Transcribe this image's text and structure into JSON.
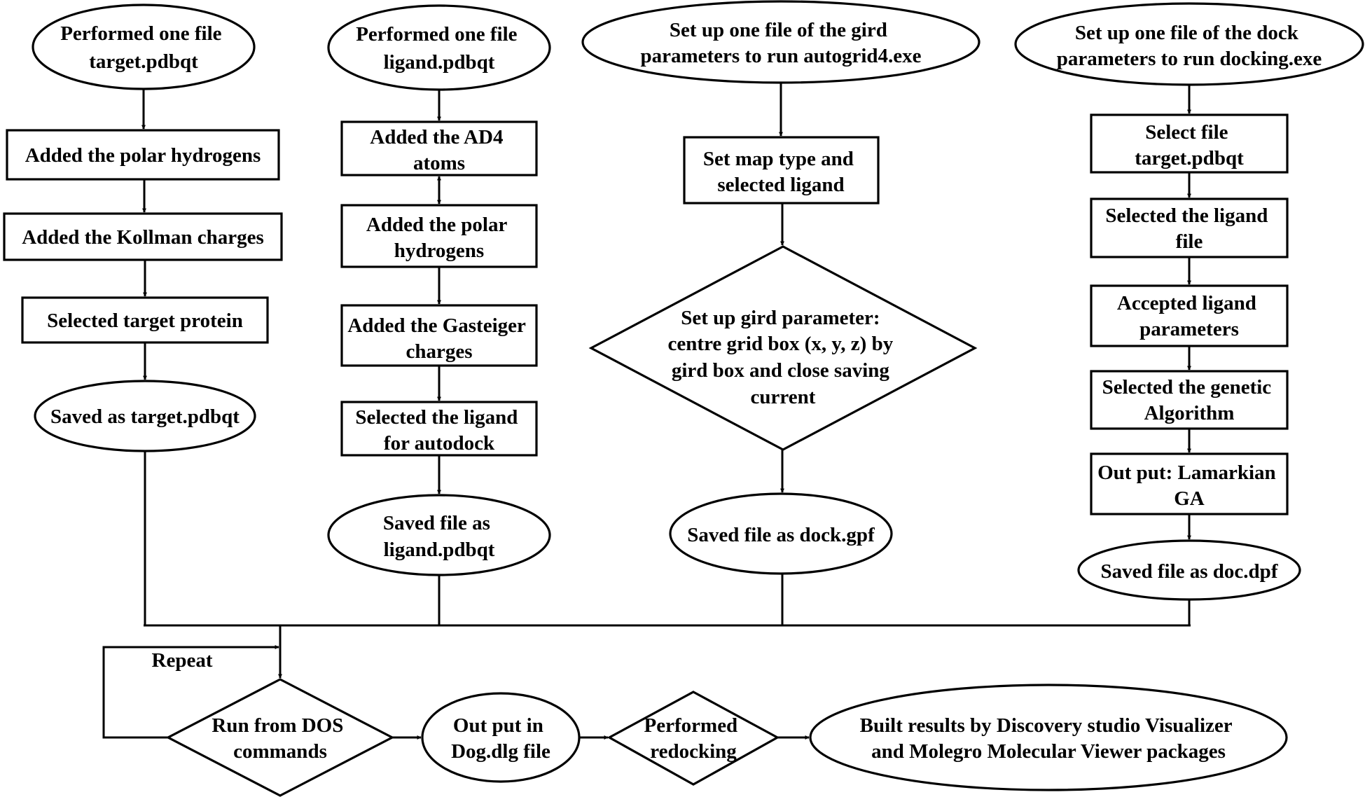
{
  "columns": {
    "target": {
      "start": [
        "Performed one file",
        "target.pdbqt"
      ],
      "step1": [
        "Added the polar hydrogens"
      ],
      "step2": [
        "Added the Kollman charges"
      ],
      "step3": [
        "Selected target protein"
      ],
      "end": [
        "Saved as target.pdbqt"
      ]
    },
    "ligand": {
      "start": [
        "Performed one file",
        "ligand.pdbqt"
      ],
      "step1": [
        "Added the AD4",
        "atoms"
      ],
      "step2": [
        "Added the polar",
        "hydrogens"
      ],
      "step3": [
        "Added the Gasteiger",
        "charges"
      ],
      "step4": [
        "Selected the ligand",
        "for autodock"
      ],
      "end": [
        "Saved file as",
        "ligand.pdbqt"
      ]
    },
    "grid": {
      "start": [
        "Set up one file of the gird",
        "parameters to run autogrid4.exe"
      ],
      "step1": [
        "Set map type and",
        "selected ligand"
      ],
      "decision": [
        "Set up gird parameter:",
        "centre grid box (x, y, z) by",
        "gird box and close saving",
        "current"
      ],
      "end": [
        "Saved file as dock.gpf"
      ]
    },
    "dock": {
      "start": [
        "Set up one file of the dock",
        "parameters to run docking.exe"
      ],
      "step1": [
        "Select file",
        "target.pdbqt"
      ],
      "step2": [
        "Selected the ligand",
        "file"
      ],
      "step3": [
        "Accepted ligand",
        "parameters"
      ],
      "step4": [
        "Selected the genetic",
        "Algorithm"
      ],
      "step5": [
        "Out put: Lamarkian",
        "GA"
      ],
      "end": [
        "Saved file as doc.dpf"
      ]
    }
  },
  "bottom": {
    "repeat": "Repeat",
    "run": [
      "Run from DOS",
      "commands"
    ],
    "output": [
      "Out put in",
      "Dog.dlg file"
    ],
    "redock": [
      "Performed",
      "redocking"
    ],
    "results": [
      "Built results by Discovery studio Visualizer",
      "and Molegro Molecular Viewer packages"
    ]
  }
}
